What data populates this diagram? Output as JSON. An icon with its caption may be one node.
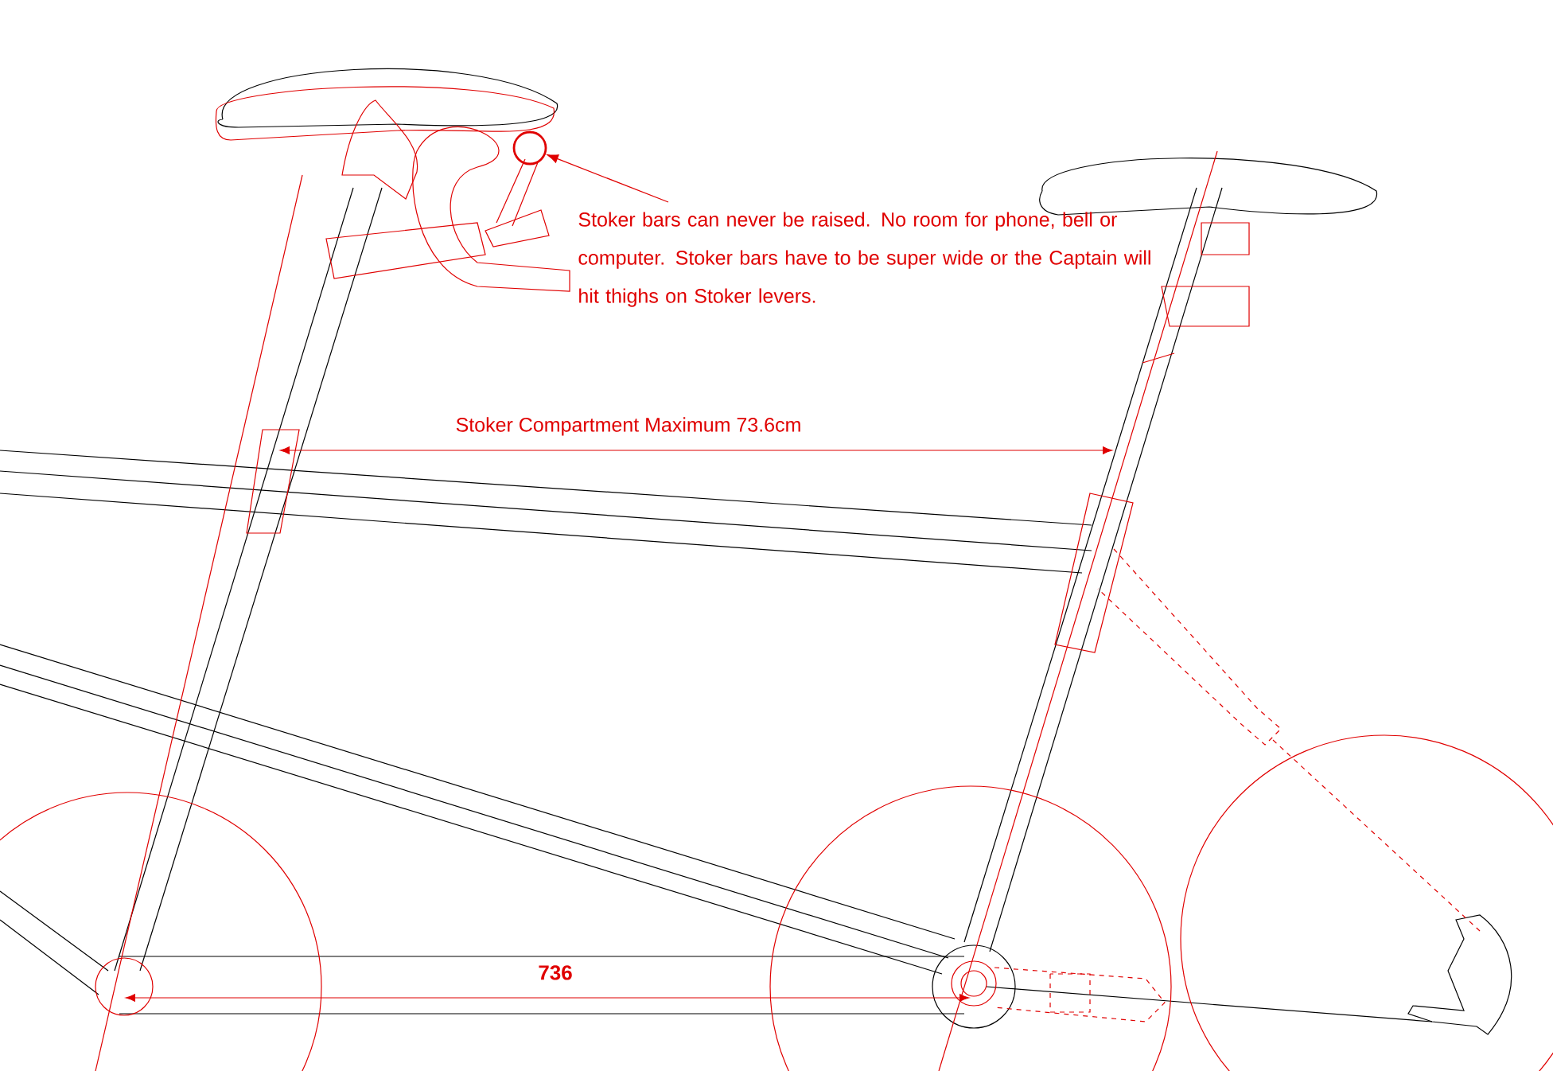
{
  "diagram": {
    "nodes": [
      {
        "text": [
          "Stoker bars can never be raised. No room for phone, bell or computer. Stoker bars have to be super wide or the Captain will hit thighs on Stoker levers."
        ]
      },
      {
        "text": [],
        "shape": "circle"
      }
    ],
    "edges": [
      {
        "from": 0,
        "to": 1,
        "arrow": "to",
        "color": "#e00000"
      }
    ],
    "labels": [
      "Stoker Compartment Maximum 73.6cm",
      "736"
    ]
  }
}
